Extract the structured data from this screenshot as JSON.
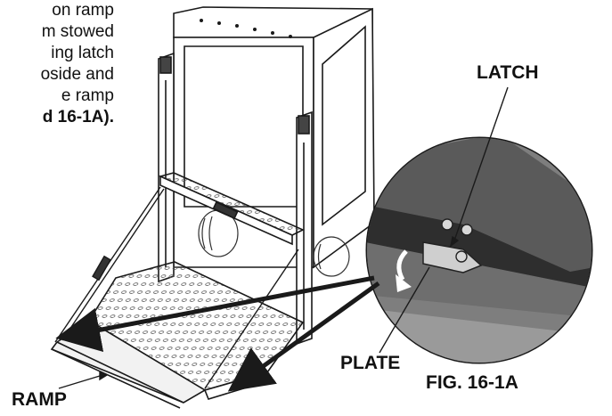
{
  "instructions": {
    "lines": [
      "on ramp",
      "m stowed",
      "ing latch",
      "oside and",
      "e ramp"
    ],
    "last_line": "d 16-1A)",
    "last_suffix": "."
  },
  "labels": {
    "latch": "LATCH",
    "plate": "PLATE",
    "figure": "FIG. 16-1A",
    "ramp": "RAMP"
  },
  "colors": {
    "line": "#1a1a1a",
    "deck": "#e6e6e6",
    "zoom_fill": "#8a8a8a",
    "zoom_plate": "#5e5e5e"
  }
}
